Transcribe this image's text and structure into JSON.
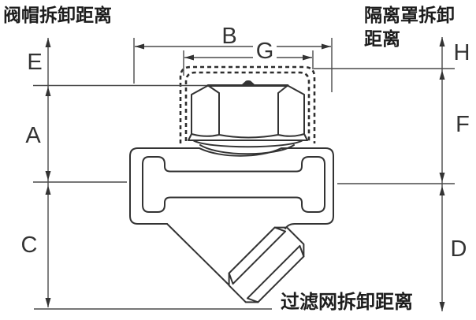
{
  "title_labels": {
    "bonnet_removal": "阀帽拆卸距离",
    "cover_removal_line1": "隔离罩拆卸",
    "cover_removal_line2": "距离",
    "strainer_removal": "过滤网拆卸距离"
  },
  "dimension_letters": {
    "A": "A",
    "B": "B",
    "C": "C",
    "D": "D",
    "E": "E",
    "F": "F",
    "G": "G",
    "H": "H"
  },
  "colors": {
    "outline": "#333333",
    "dimension_line": "#4a4a4a",
    "text": "#1d1d1d",
    "background": "#ffffff"
  }
}
